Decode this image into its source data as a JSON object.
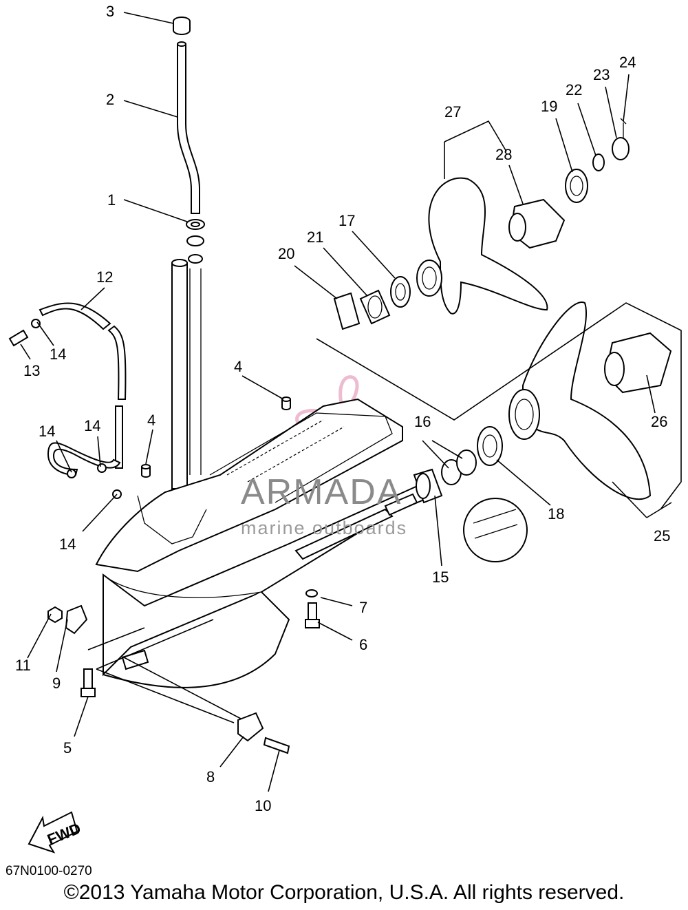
{
  "diagram": {
    "code": "67N0100-0270",
    "copyright": "©2013 Yamaha Motor Corporation, U.S.A. All rights reserved.",
    "direction_label": "FWD",
    "colors": {
      "line": "#000000",
      "watermark_pink": "#e8a6c2",
      "watermark_gray": "#8a8a8a"
    }
  },
  "watermark": {
    "brand": "ARMADA",
    "tagline": "marine outboards"
  },
  "callouts": {
    "c1": "1",
    "c2": "2",
    "c3": "3",
    "c4a": "4",
    "c4b": "4",
    "c5": "5",
    "c6": "6",
    "c7": "7",
    "c8": "8",
    "c9": "9",
    "c10": "10",
    "c11": "11",
    "c12": "12",
    "c13": "13",
    "c14a": "14",
    "c14b": "14",
    "c14c": "14",
    "c14d": "14",
    "c15": "15",
    "c16": "16",
    "c17": "17",
    "c18": "18",
    "c19": "19",
    "c20": "20",
    "c21": "21",
    "c22": "22",
    "c23": "23",
    "c24": "24",
    "c25": "25",
    "c26": "26",
    "c27": "27",
    "c28": "28"
  }
}
